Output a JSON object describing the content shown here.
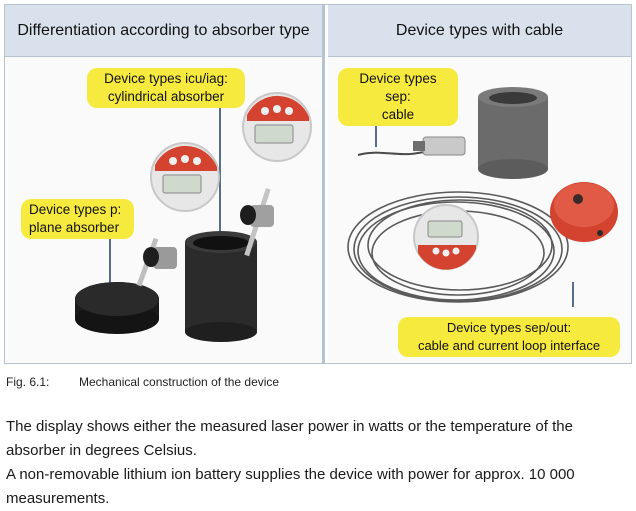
{
  "figure": {
    "left_header": "Differentiation according to absorber type",
    "right_header": "Device types with cable",
    "callouts": {
      "icu_line1": "Device types icu/iag:",
      "icu_line2": "cylindrical absorber",
      "p_line1": "Device types p:",
      "p_line2": "plane absorber",
      "sep_line1": "Device types sep:",
      "sep_line2": "cable",
      "sepout_line1": "Device types sep/out:",
      "sepout_line2": "cable and current loop interface"
    },
    "colors": {
      "header_bg": "#d9e2ec",
      "border": "#b9c3cf",
      "callout_bg": "#f7ea3f",
      "device_red": "#d4432f",
      "absorber_dark": "#2b2b2b"
    }
  },
  "caption": {
    "number": "Fig. 6.1:",
    "text": "Mechanical construction of the device"
  },
  "body": {
    "paragraph1": "The display shows either the measured laser power in watts or the temperature of the absorber in degrees Celsius.",
    "paragraph2": "A non-removable lithium ion battery supplies the device with power for approx. 10 000 measurements."
  }
}
